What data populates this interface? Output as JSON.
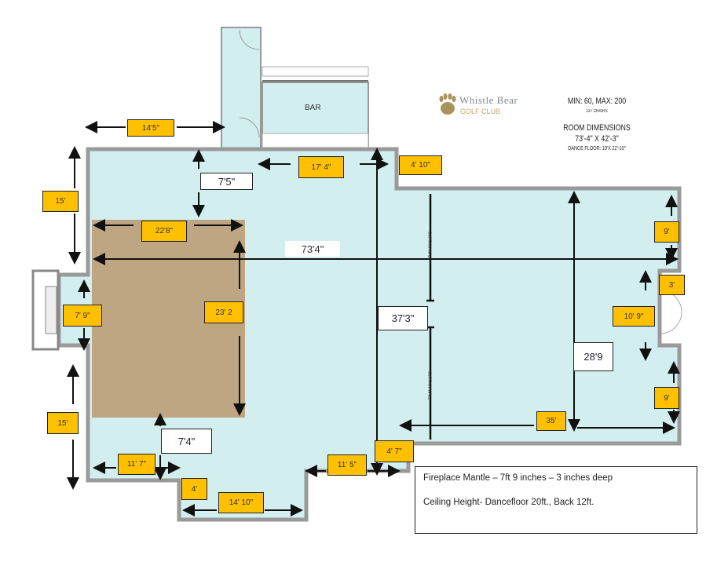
{
  "logo": {
    "name": "Whistle Bear",
    "sub": "GOLF CLUB"
  },
  "info": {
    "capacity": "MIN: 60, MAX: 200",
    "chairs": "137 CHAIRS",
    "room_title": "ROOM DIMENSIONS",
    "room_dims": "73'-4\" X 42'-3\"",
    "dance_floor": "DANCE FLOOR: 19'X 22'-10\""
  },
  "rooms": {
    "bar": "BAR",
    "curtain_wall": "CURTAIN WALL"
  },
  "dimensions": {
    "top_left_wall": "14'5\"",
    "left_upper": "15'",
    "top_gap": "7'5\"",
    "dance_width": "22'8\"",
    "room_length": "73'4\"",
    "fireplace": "7' 9\"",
    "dance_length": "23' 2",
    "bar_width": "17' 4\"",
    "step": "4' 10\"",
    "right_upper": "9'",
    "door_jamb": "3'",
    "door_width": "10' 9\"",
    "mid_depth": "37'3\"",
    "right_depth": "28'9",
    "right_lower": "9'",
    "right_width": "35'",
    "left_lower": "15'",
    "bottom_gap": "7'4\"",
    "bottom_left": "11' 7\"",
    "bay_depth": "4'",
    "bay_width": "14' 10\"",
    "bottom_right": "11' 5\"",
    "bottom_step": "4' 7\""
  },
  "notes": [
    "Fireplace Mantle – 7ft 9 inches – 3 inches deep",
    "Ceiling Height- Dancefloor 20ft., Back 12ft."
  ],
  "colors": {
    "floor": "#d2eeee",
    "dance_floor": "#bfa682",
    "label": "#ffc000"
  }
}
